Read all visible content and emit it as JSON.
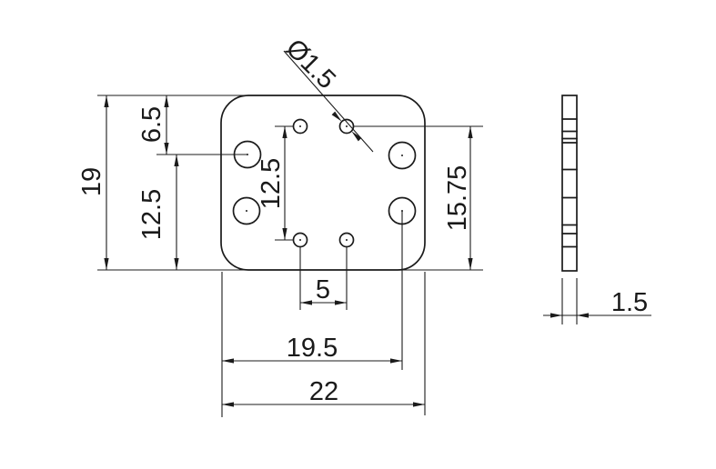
{
  "drawing": {
    "type": "technical-drawing",
    "background_color": "#ffffff",
    "line_color": "#1b1b1b",
    "front_view": {
      "dims": {
        "overall_height": "19",
        "top_to_large_hole_row": "6.5",
        "large_hole_row_to_bottom": "12.5",
        "small_hole_rows_pitch": "12.5",
        "small_hole_row_to_bottom": "15.75",
        "small_holes_pitch": "5",
        "left_to_large_hole_col": "19.5",
        "overall_width": "22",
        "small_hole_dia": "Ø1.5"
      }
    },
    "side_view": {
      "dims": {
        "thickness": "1.5"
      }
    }
  }
}
